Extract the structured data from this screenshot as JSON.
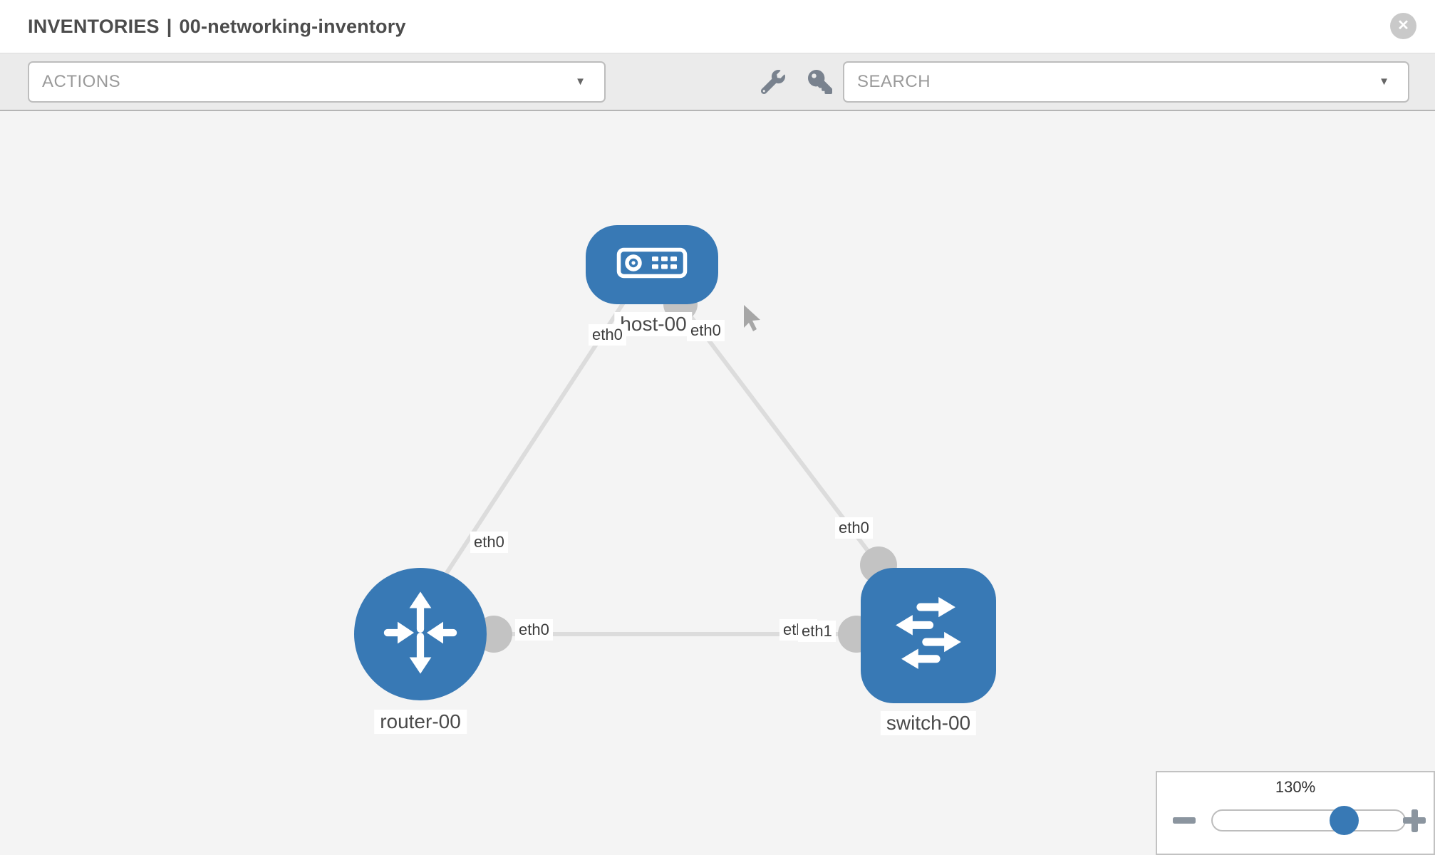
{
  "header": {
    "breadcrumb": "INVENTORIES",
    "separator": "|",
    "inventory_name": "00-networking-inventory"
  },
  "toolbar": {
    "actions_label": "ACTIONS",
    "search_placeholder": "SEARCH"
  },
  "icons": {
    "caret_down": "▼",
    "close": "✕",
    "wrench": "wrench-icon",
    "key": "key-icon",
    "zoom_out": "minus-icon",
    "zoom_in": "plus-icon"
  },
  "colors": {
    "node_blue": "#3879b5",
    "edge_gray": "#dcdcdc",
    "connector_gray": "#c3c3c3",
    "canvas_bg": "#f4f4f4",
    "toolbar_bg": "#ebebeb"
  },
  "topology": {
    "nodes": [
      {
        "id": "host-00",
        "type": "host",
        "label": "host-00"
      },
      {
        "id": "router-00",
        "type": "router",
        "label": "router-00"
      },
      {
        "id": "switch-00",
        "type": "switch",
        "label": "switch-00"
      }
    ],
    "edges": [
      {
        "source": "host-00",
        "target": "router-00",
        "source_interface": "eth0",
        "target_interface": "eth0"
      },
      {
        "source": "host-00",
        "target": "switch-00",
        "source_interface": "eth0",
        "target_interface": "eth0"
      },
      {
        "source": "router-00",
        "target": "switch-00",
        "source_interface": "eth0",
        "target_interface": "eth1"
      }
    ],
    "iface_labels": [
      {
        "text": "eth0"
      },
      {
        "text": "eth0"
      },
      {
        "text": "eth0"
      },
      {
        "text": "eth0"
      },
      {
        "text": "eth0"
      },
      {
        "text": "eth0"
      },
      {
        "text": "eth1"
      }
    ]
  },
  "zoom_control": {
    "level": "130%"
  }
}
